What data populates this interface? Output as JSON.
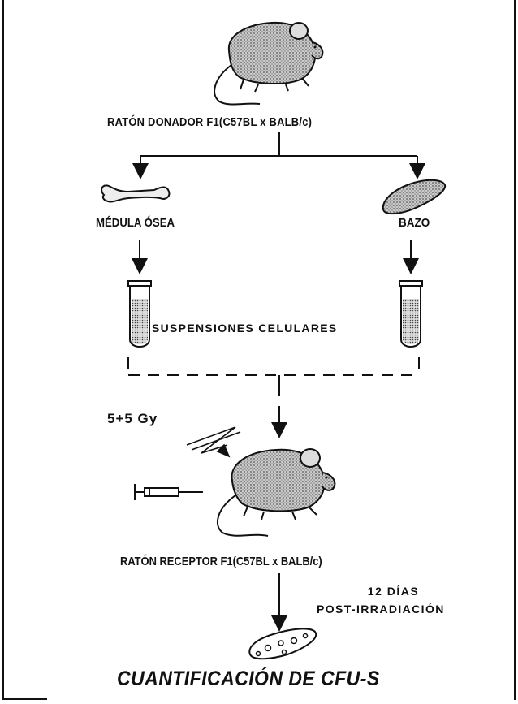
{
  "diagram": {
    "donor_label": "RATÓN DONADOR F1(C57BL x BALB/c)",
    "bone_marrow_label": "MÉDULA ÓSEA",
    "spleen_label": "BAZO",
    "suspensions_label": "SUSPENSIONES CELULARES",
    "irradiation_dose": "5+5 Gy",
    "recipient_label": "RATÓN RECEPTOR F1(C57BL x BALB/c)",
    "days_label": "12 DÍAS",
    "post_label": "POST-IRRADIACIÓN",
    "result_label": "CUANTIFICACIÓN DE CFU-S"
  },
  "icons": [
    "mouse-icon",
    "bone-icon",
    "spleen-icon",
    "test-tube-icon",
    "syringe-icon",
    "radiation-bolt-icon",
    "spleen-colonies-icon"
  ],
  "colors": {
    "ink": "#111111",
    "mouse_fill": "#9a9a9a",
    "background": "#ffffff"
  }
}
